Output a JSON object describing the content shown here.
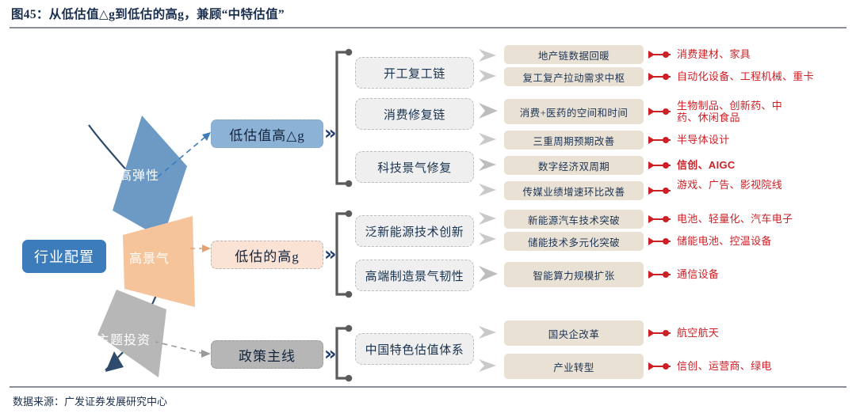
{
  "header": {
    "title": "图45：从低估值△g到低估的高g，兼顾“中特估值”",
    "source": "数据来源：广发证券发展研究中心"
  },
  "colors": {
    "brand_blue": "#3d7cba",
    "pill_blue": "#8cb2d6",
    "pill_peach": "#fae2d4",
    "pill_gray": "#b6b6b6",
    "item_beige": "#eae1d5",
    "result_red": "#cc2026",
    "chevron_navy": "#1f3c74",
    "wedge_blue": "#6c9ac4",
    "wedge_peach": "#f5c49b",
    "wedge_gray": "#b7b7b7"
  },
  "root": {
    "label": "行业配置"
  },
  "wedges": [
    {
      "name": "high-elasticity",
      "label": "高弹性"
    },
    {
      "name": "high-prosperity",
      "label": "高景气"
    },
    {
      "name": "theme-investment",
      "label": "主题投资"
    }
  ],
  "branches": [
    {
      "name": "undervalued-high-delta-g",
      "pill": "低估值高△g",
      "style": "blue",
      "chevron": "»",
      "categories": [
        {
          "label": "开工复工链"
        },
        {
          "label": "消费修复链"
        },
        {
          "label": "科技景气修复"
        }
      ],
      "items": [
        {
          "text": "地产链数据回暖",
          "result": "消费建材、家具"
        },
        {
          "text": "复工复产拉动需求中枢",
          "result": "自动化设备、工程机械、重卡"
        },
        {
          "text": "消费+医药的空间和时间",
          "result": "生物制品、创新药、中药、休闲食品"
        },
        {
          "text": "三重周期预期改善",
          "result": "半导体设计"
        },
        {
          "text": "数字经济双周期",
          "result": "信创、AIGC"
        },
        {
          "text": "传媒业绩增速环比改善",
          "result": "游戏、广告、影视院线"
        }
      ]
    },
    {
      "name": "undervalued-high-g",
      "pill": "低估的高g",
      "style": "peach",
      "chevron": "»",
      "categories": [
        {
          "label": "泛新能源技术创新"
        },
        {
          "label": "高端制造景气韧性"
        }
      ],
      "items": [
        {
          "text": "新能源汽车技术突破",
          "result": "电池、轻量化、汽车电子"
        },
        {
          "text": "储能技术多元化突破",
          "result": "储能电池、控温设备"
        },
        {
          "text": "智能算力规模扩张",
          "result": "通信设备"
        }
      ]
    },
    {
      "name": "policy-mainline",
      "pill": "政策主线",
      "style": "gray",
      "chevron": "»",
      "categories": [
        {
          "label": "中国特色估值体系"
        }
      ],
      "items": [
        {
          "text": "国央企改革",
          "result": "航空航天"
        },
        {
          "text": "产业转型",
          "result": "信创、运营商、绿电"
        }
      ]
    }
  ]
}
